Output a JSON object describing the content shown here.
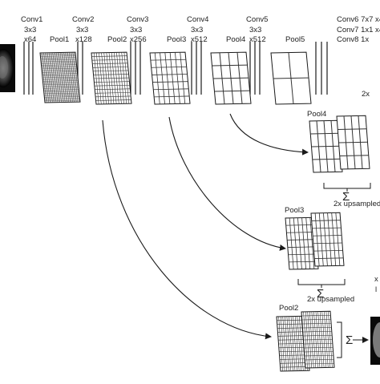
{
  "labels": {
    "conv1": [
      "Conv1",
      "3x3",
      "x64"
    ],
    "conv2": [
      "Conv2",
      "3x3",
      "x128"
    ],
    "pool1": "Pool1",
    "conv3": [
      "Conv3",
      "3x3",
      "x256"
    ],
    "pool2": "Pool2",
    "conv4": [
      "Conv4",
      "3x3",
      "x512"
    ],
    "pool3": "Pool3",
    "conv5": [
      "Conv5",
      "3x3",
      "x512"
    ],
    "pool4": "Pool4",
    "pool5": "Pool5",
    "conv678": [
      "Conv6 7x7 x4",
      "Conv7 1x1 x4",
      "Conv8 1x"
    ],
    "pool4_branch": "Pool4",
    "pool3_branch": "Pool3",
    "pool2_branch": "Pool2",
    "sum": "Σ",
    "upsample_2x": "2x upsampled",
    "upsample_2x_cut": "2x upsampled",
    "right_top_cut": "2x",
    "right_mid_cut": "x",
    "right_mid_cut2": "l"
  },
  "colors": {
    "line": "#1a1a1a",
    "grid": "#333333",
    "image": "#111111"
  }
}
